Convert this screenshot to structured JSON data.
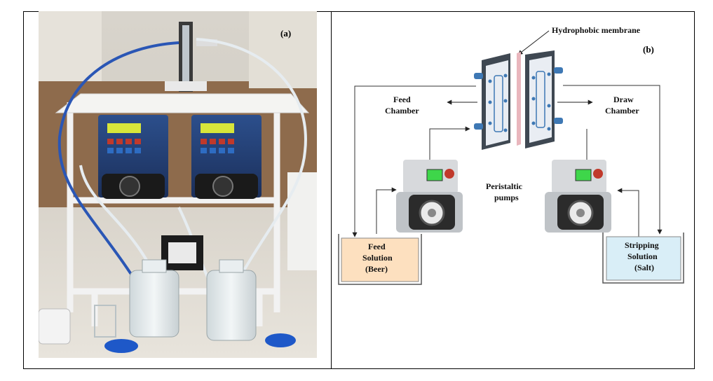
{
  "panels": {
    "a": {
      "label": "(a)"
    },
    "b": {
      "label": "(b)",
      "membrane_label": "Hydrophobic membrane",
      "feed_chamber": [
        "Feed",
        "Chamber"
      ],
      "draw_chamber": [
        "Draw",
        "Chamber"
      ],
      "pumps_label": [
        "Peristaltic",
        "pumps"
      ],
      "feed_solution": [
        "Feed",
        "Solution",
        "(Beer)"
      ],
      "stripping_solution": [
        "Stripping",
        "Solution",
        "(Salt)"
      ]
    }
  },
  "colors": {
    "feed_tank": "#fde0bf",
    "strip_tank": "#d9eef7",
    "module_dark": "#3f4852",
    "module_face": "#e9edf3",
    "membrane": "#e9b6bd",
    "port_blue": "#3e78b4",
    "pump_display": "#3ed64a"
  },
  "icons": {
    "arrows": "arrow-icon",
    "pump": "peristaltic-pump-icon",
    "membrane_module": "membrane-module-icon"
  }
}
